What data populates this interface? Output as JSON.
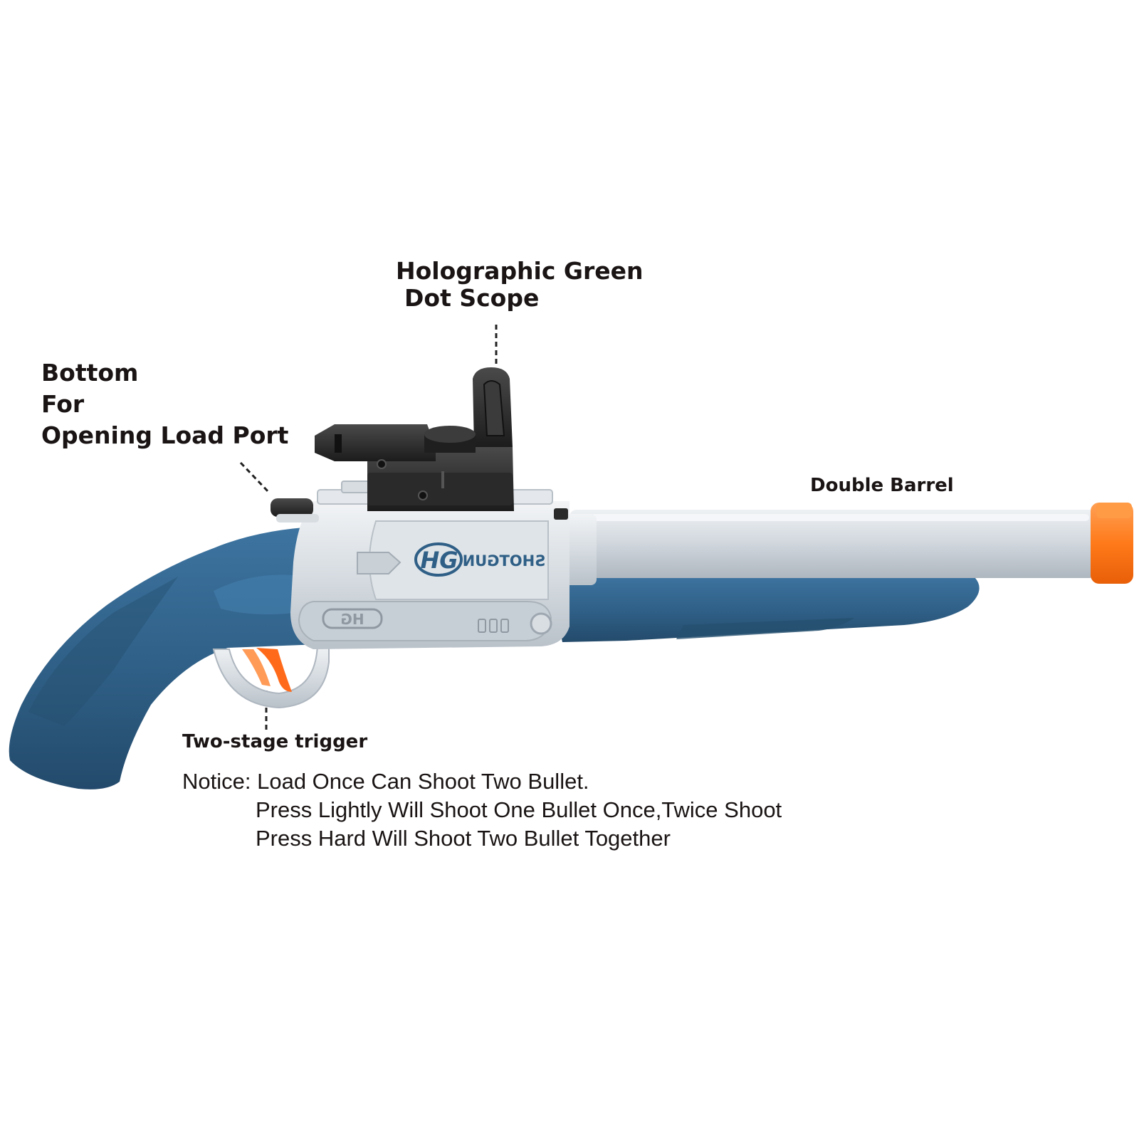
{
  "labels": {
    "scope_line1": "Holographic Green",
    "scope_line2": "Dot Scope",
    "load_line1": "Bottom",
    "load_line2": "For",
    "load_line3": "Opening Load Port",
    "barrel": "Double Barrel",
    "trigger": "Two-stage trigger"
  },
  "notice": {
    "line1": "Notice: Load Once Can Shoot Two Bullet.",
    "line2": "Press Lightly Will Shoot One Bullet Once,Twice Shoot",
    "line3": "Press Hard Will Shoot Two Bullet Together"
  },
  "product": {
    "logo_text": "HG",
    "model_text": "SHOTGUN",
    "frame_badge": "HG",
    "colors": {
      "body_blue": "#2f5f86",
      "frame_grey": "#d4dadf",
      "barrel_grey": "#cfd5db",
      "tip_orange": "#ff7a1a",
      "scope_black": "#222222",
      "trigger_orange": "#ff6a1a"
    }
  }
}
